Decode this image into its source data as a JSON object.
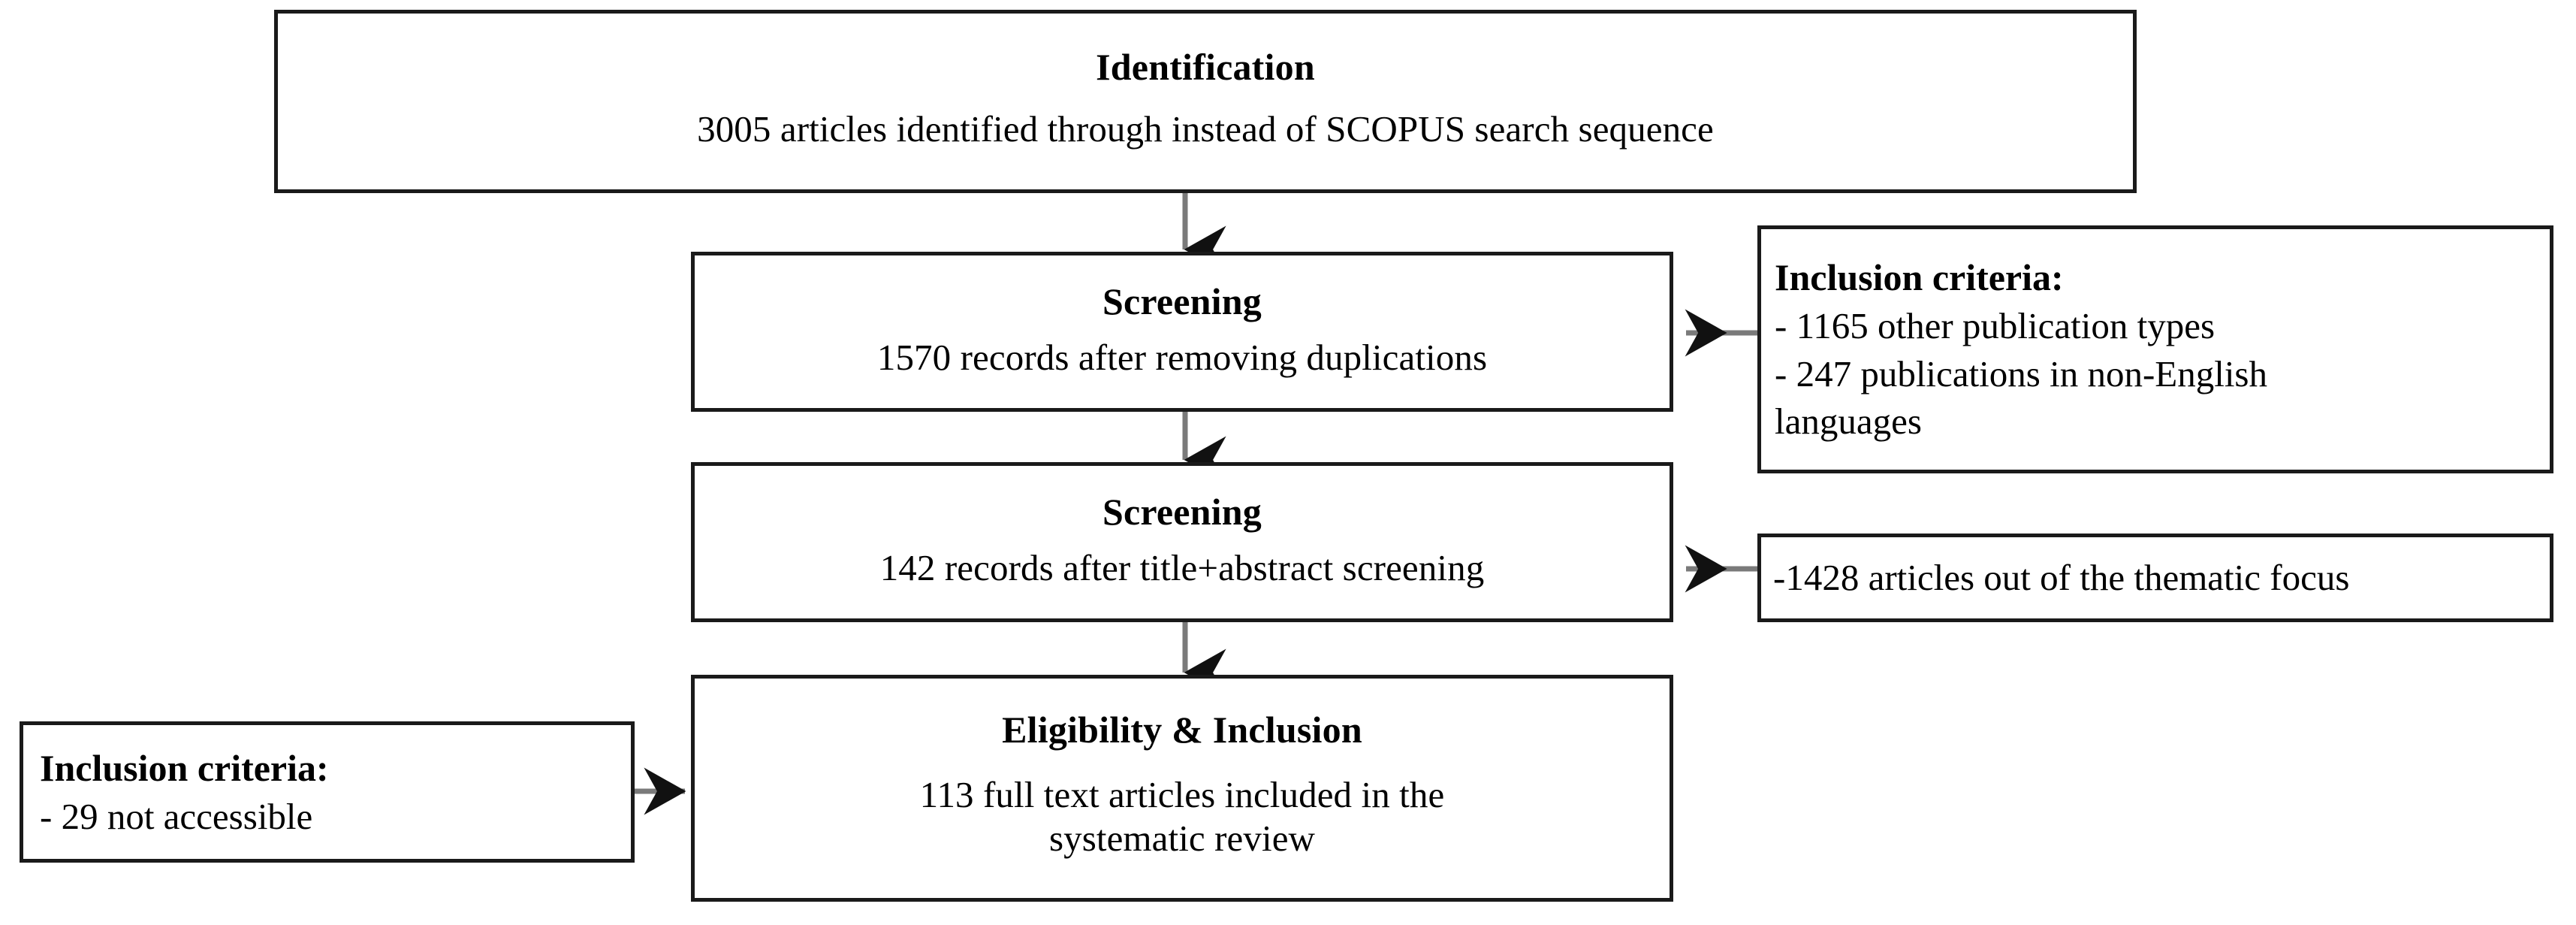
{
  "diagram": {
    "type": "prisma-flow-diagram",
    "stages": [
      {
        "id": "identification",
        "title": "Identification",
        "text": "3005 articles identified through instead of SCOPUS search sequence",
        "count": 3005
      },
      {
        "id": "screening-1",
        "title": "Screening",
        "text": "1570 records after removing duplications",
        "count": 1570
      },
      {
        "id": "screening-2",
        "title": "Screening",
        "text": "142 records after title+abstract screening",
        "count": 142
      },
      {
        "id": "eligibility",
        "title": "Eligibility & Inclusion",
        "text_line_1": "113 full text articles included in the",
        "text_line_2": "systematic review",
        "count": 113
      }
    ],
    "exclusions": {
      "right_upper": {
        "title": "Inclusion criteria:",
        "line_1": "- 1165 other publication types",
        "line_2": "- 247 publications in non-English",
        "line_3": "languages",
        "counts": [
          1165,
          247
        ]
      },
      "right_lower": {
        "line_1": "-1428 articles out of the thematic focus",
        "count": 1428
      },
      "left_lower": {
        "title": "Inclusion criteria:",
        "line_1": "- 29 not accessible",
        "count": 29
      }
    },
    "colors": {
      "border": "#1a1a1a",
      "fill": "#ffffff",
      "text": "#000000",
      "connector": "#7a7a7a",
      "arrowhead": "#111111"
    }
  }
}
